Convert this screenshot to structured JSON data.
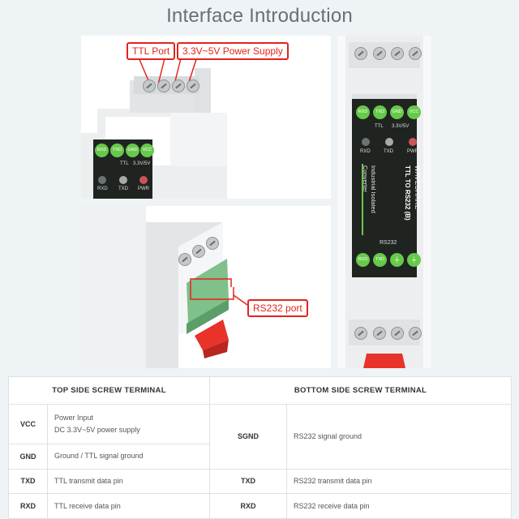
{
  "title": "Interface Introduction",
  "callouts": {
    "ttl_port": "TTL Port",
    "power_supply": "3.3V~5V Power Supply",
    "rs232_port": "RS232 port"
  },
  "device": {
    "ttl_leds": [
      "RXD",
      "TXD",
      "GND",
      "VCC"
    ],
    "ttl_caption": "TTL",
    "voltage_caption": "3.3V/5V",
    "indicators": [
      "RXD",
      "TXD",
      "PWR"
    ],
    "brand": "WAVESHARE",
    "model": "TTL TO RS232 (B)",
    "desc_line1": "Industrial Isolated",
    "desc_line2": "Converter",
    "rs232_caption": "RS232",
    "rs232_leds": [
      "RXD",
      "TXD",
      "⏚",
      "⏚"
    ]
  },
  "colors": {
    "accent_red": "#e3231d",
    "led_green": "#67c94a",
    "device_face": "#1f2421"
  },
  "table": {
    "top_header": "TOP SIDE SCREW TERMINAL",
    "bottom_header": "BOTTOM SIDE SCREW TERMINAL",
    "top_rows": [
      {
        "pin": "VCC",
        "desc1": "Power Input",
        "desc2": "DC 3.3V~5V power supply"
      },
      {
        "pin": "GND",
        "desc1": "Ground / TTL signal ground",
        "desc2": ""
      },
      {
        "pin": "TXD",
        "desc1": "TTL transmit data pin",
        "desc2": ""
      },
      {
        "pin": "RXD",
        "desc1": "TTL receive data pin",
        "desc2": ""
      }
    ],
    "bottom_rows": [
      {
        "pin": "SGND",
        "desc": "RS232 signal ground"
      },
      {
        "pin": "TXD",
        "desc": "RS232 transmit data pin"
      },
      {
        "pin": "RXD",
        "desc": "RS232 receive data pin"
      }
    ]
  }
}
